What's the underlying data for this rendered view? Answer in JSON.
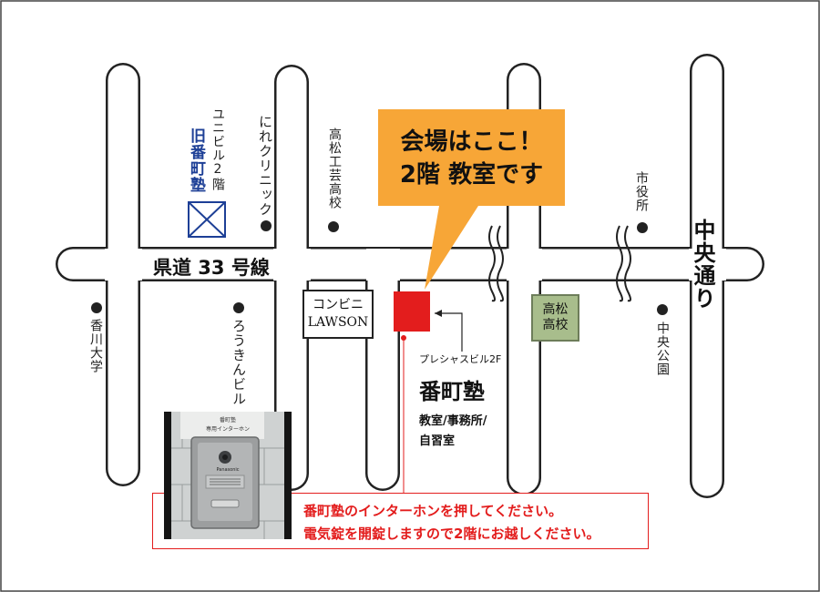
{
  "labels": {
    "callout_line1": "会場はここ！",
    "callout_line2": "2階 教室です",
    "prefectural_road": "県道 33 号線",
    "chuo_dori": "中央通り",
    "old_school_name": "旧番町塾",
    "old_school_building": "ユニビル2階",
    "nire_clinic": "にれクリニック",
    "takamatsu_kogei": "高松工芸高校",
    "city_office": "市役所",
    "kagawa_univ": "香川大学",
    "rou_kin_bldg": "ろうきんビル",
    "convenience_line1": "コンビニ",
    "convenience_line2": "LAWSON",
    "takamatsu_high_line1": "高松",
    "takamatsu_high_line2": "高校",
    "chuo_park": "中央公園",
    "plessas_bldg": "プレシャスビル2F",
    "banchojuku": "番町塾",
    "rooms_line1": "教室/事務所/",
    "rooms_line2": "自習室",
    "notice_line1": "番町塾のインターホンを押してください。",
    "notice_line2": "電気錠を開錠しますので2階にお越しください。",
    "intercom_label1": "番町塾",
    "intercom_label2": "専用インターホン",
    "intercom_brand": "Panasonic"
  },
  "colors": {
    "callout": "#f7a637",
    "venue": "#e31d1d",
    "old_school": "#1d3f96",
    "school_fill": "#a8bd8c",
    "road_outline": "#222222"
  },
  "icons": {
    "old_school_marker": "crossed-box-icon",
    "landmark_marker": "dot-icon",
    "road_break": "double-wavy-break-icon"
  }
}
